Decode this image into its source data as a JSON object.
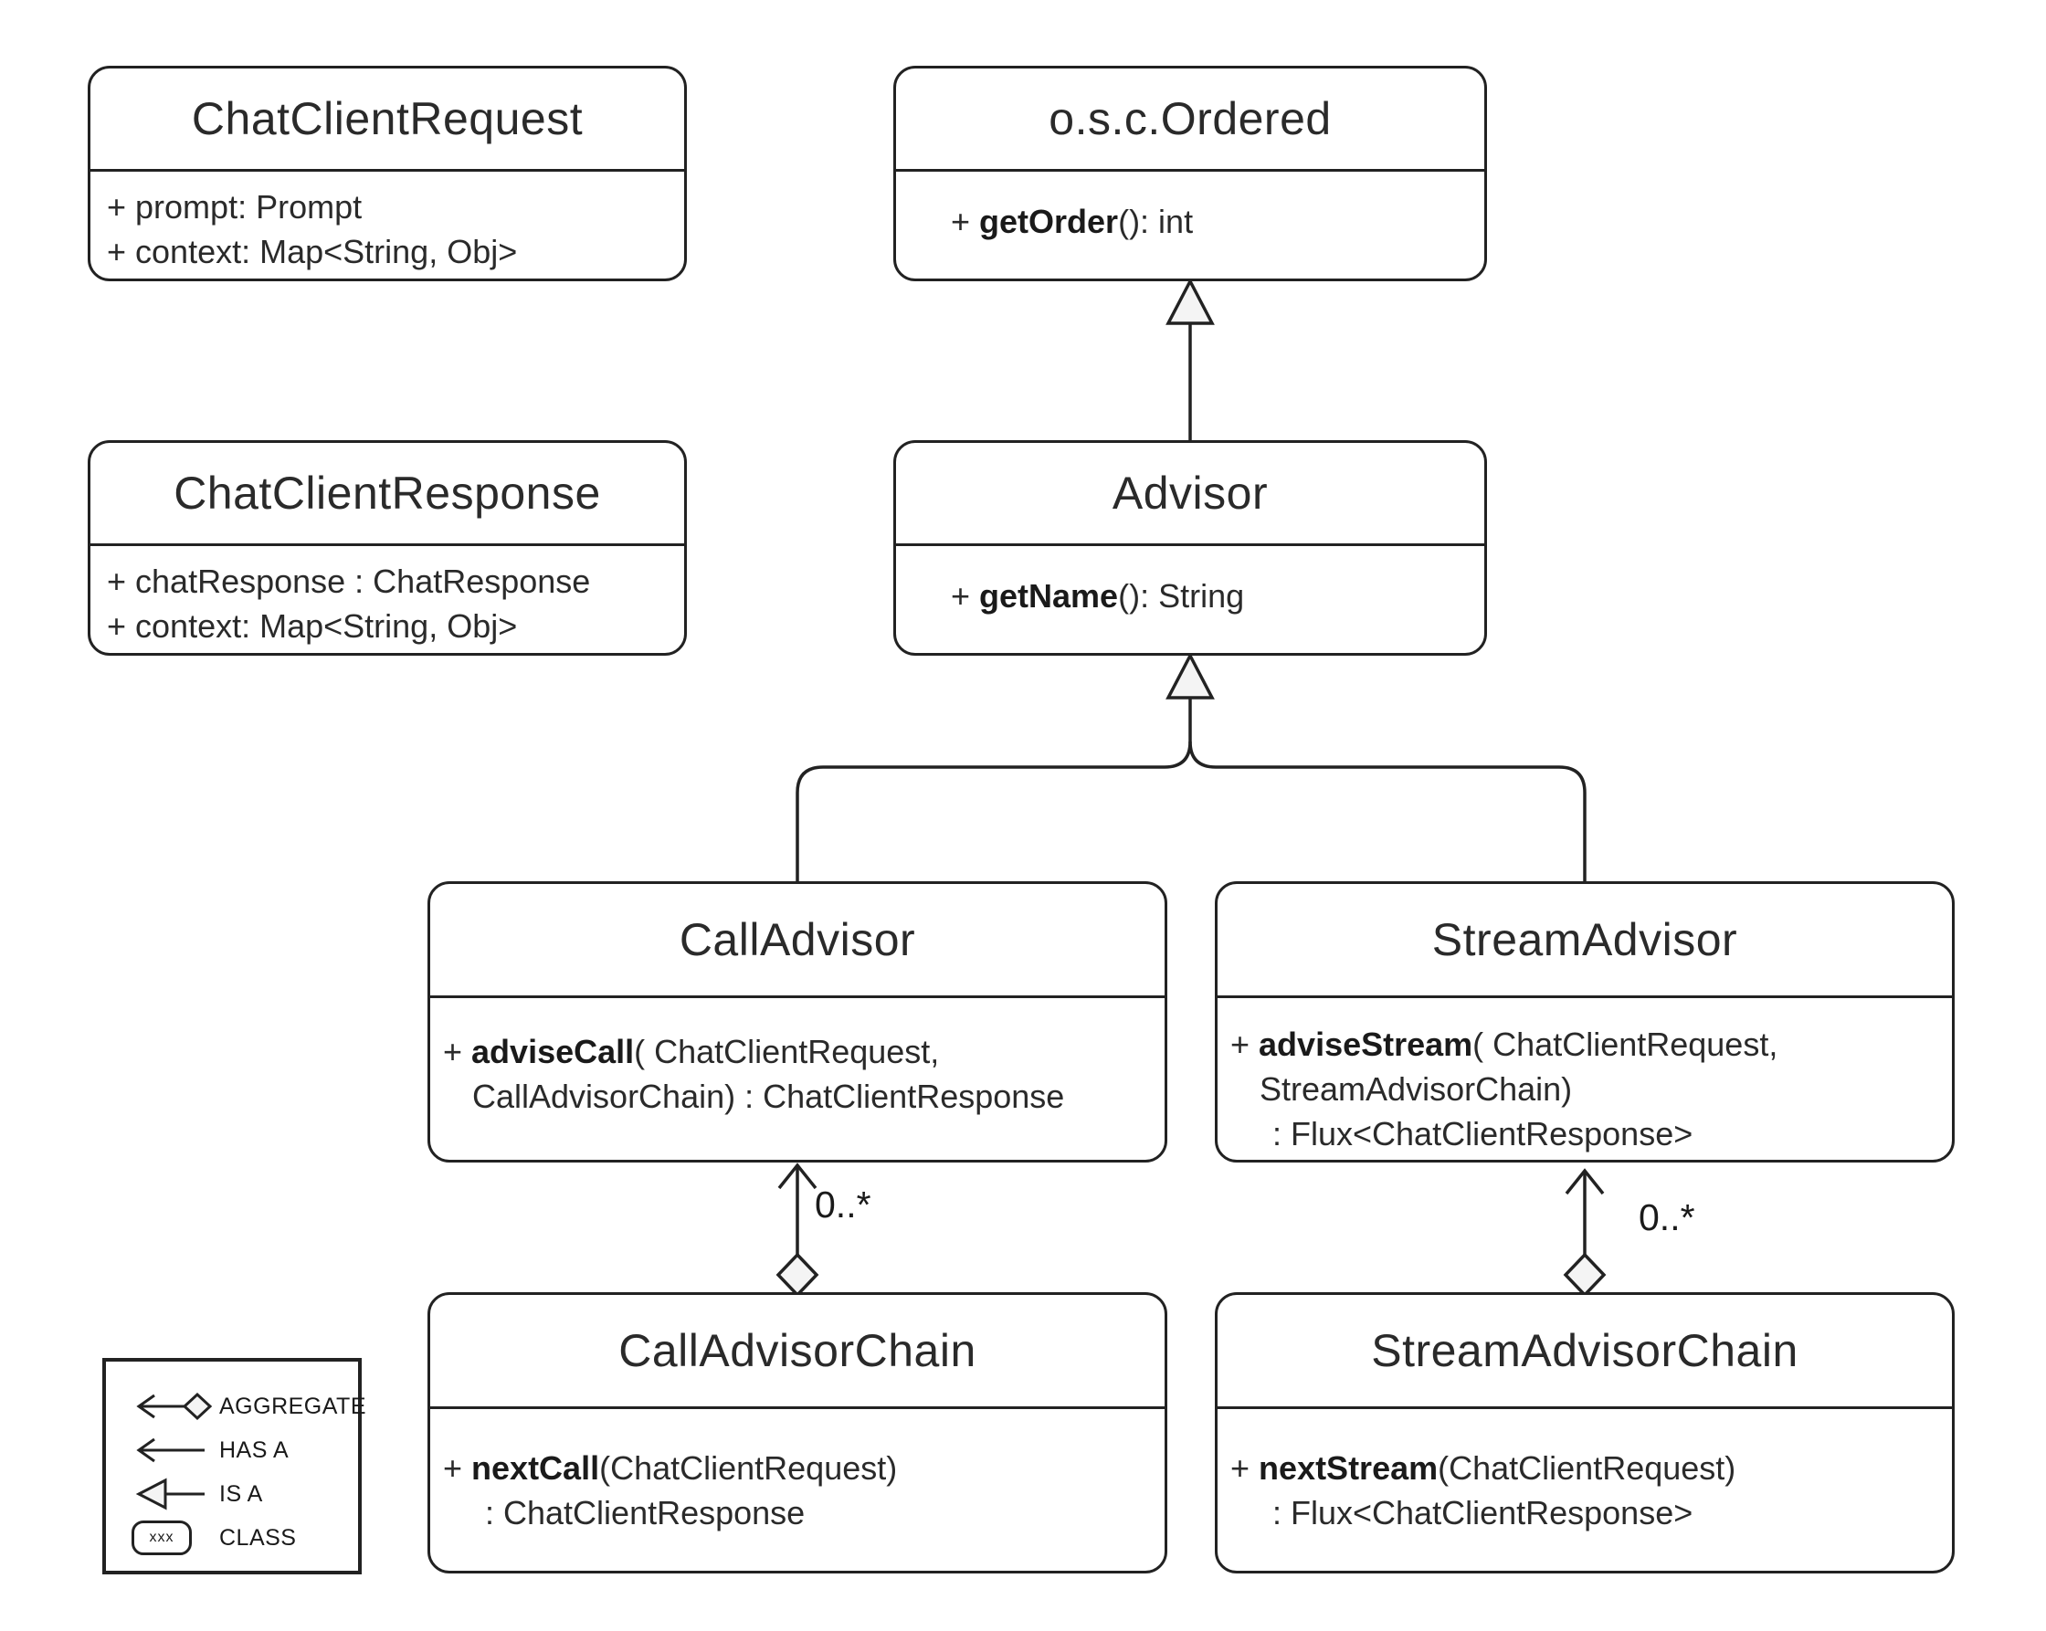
{
  "classes": {
    "chat_client_request": {
      "name": "ChatClientRequest",
      "attributes": [
        "+ prompt: Prompt",
        "+ context: Map<String, Obj>"
      ]
    },
    "ordered": {
      "name": "o.s.c.Ordered",
      "method": {
        "prefix": "+ ",
        "name": "getOrder",
        "suffix": "(): int"
      }
    },
    "chat_client_response": {
      "name": "ChatClientResponse",
      "attributes": [
        "+ chatResponse : ChatResponse",
        "+ context: Map<String, Obj>"
      ]
    },
    "advisor": {
      "name": "Advisor",
      "method": {
        "prefix": "+ ",
        "name": "getName",
        "suffix": "(): String"
      }
    },
    "call_advisor": {
      "name": "CallAdvisor",
      "method": {
        "prefix": "+ ",
        "name": "adviseCall",
        "suffix": "( ChatClientRequest,"
      },
      "method_line2": "CallAdvisorChain) : ChatClientResponse"
    },
    "stream_advisor": {
      "name": "StreamAdvisor",
      "method": {
        "prefix": "+ ",
        "name": "adviseStream",
        "suffix": "( ChatClientRequest,"
      },
      "method_line2": "StreamAdvisorChain)",
      "method_line3": ": Flux<ChatClientResponse>"
    },
    "call_advisor_chain": {
      "name": "CallAdvisorChain",
      "method": {
        "prefix": "+ ",
        "name": "nextCall",
        "suffix": "(ChatClientRequest)"
      },
      "method_line2": ": ChatClientResponse"
    },
    "stream_advisor_chain": {
      "name": "StreamAdvisorChain",
      "method": {
        "prefix": "+ ",
        "name": "nextStream",
        "suffix": "(ChatClientRequest)"
      },
      "method_line2": ": Flux<ChatClientResponse>"
    }
  },
  "relations": {
    "advisor_is_a_ordered": {
      "type": "is-a"
    },
    "call_advisor_is_a_advisor": {
      "type": "is-a"
    },
    "stream_advisor_is_a_advisor": {
      "type": "is-a"
    },
    "call_aggregation": {
      "type": "aggregate",
      "multiplicity": "0..*"
    },
    "stream_aggregation": {
      "type": "aggregate",
      "multiplicity": "0..*"
    }
  },
  "legend": {
    "aggregate_label": "AGGREGATE",
    "has_a_label": "HAS A",
    "is_a_label": "IS A",
    "class_label": "CLASS",
    "class_symbol_text": "xxx"
  },
  "colors": {
    "stroke": "#222222",
    "text": "#1a1a1a",
    "shape_fill": "#f4f4f4",
    "background": "#ffffff"
  }
}
